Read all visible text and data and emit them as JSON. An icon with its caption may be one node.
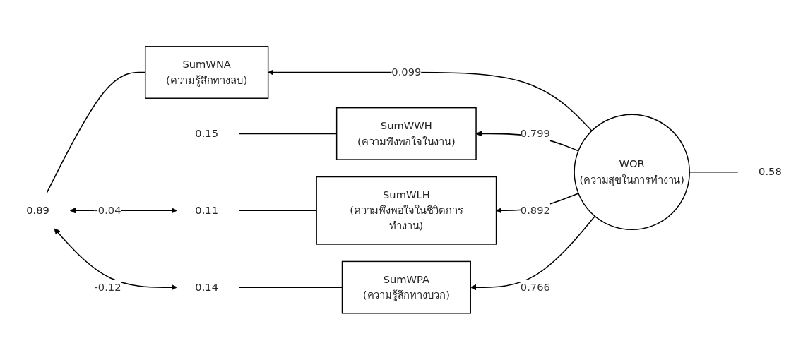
{
  "diagram": {
    "nodes": [
      {
        "text": [
          "0.11"
        ]
      },
      {
        "text": [
          "SumWLH",
          "(ความพึงพอใจในชีวิตการทำงาน)"
        ]
      },
      {
        "text": [
          "0.15"
        ]
      },
      {
        "text": [
          "SumWWH",
          "(ความพึงพอใจในงาน)"
        ]
      },
      {
        "text": [
          "0.14"
        ]
      },
      {
        "text": [
          "SumWPA",
          "(ความรู้สึกทางบวก)"
        ]
      },
      {
        "text": [
          "0.89"
        ]
      },
      {
        "text": [
          "SumWNA",
          "(ความรู้สึกทางลบ)"
        ]
      },
      {
        "text": [
          "WOR",
          "(ความสุขในการทำงาน)"
        ]
      },
      {
        "text": [
          "0.58"
        ]
      }
    ],
    "edges": [
      {
        "from": 8,
        "to": 1,
        "arrow": "to",
        "label": "0.892"
      },
      {
        "from": 8,
        "to": 3,
        "arrow": "to",
        "label": "0.799"
      },
      {
        "from": 8,
        "to": 5,
        "arrow": "to",
        "label": "0.766"
      },
      {
        "from": 8,
        "to": 7,
        "arrow": "to",
        "label": "0.099"
      },
      {
        "from": 1,
        "to": 0,
        "arrow": "none"
      },
      {
        "from": 3,
        "to": 2,
        "arrow": "none"
      },
      {
        "from": 5,
        "to": 4,
        "arrow": "none"
      },
      {
        "from": 7,
        "to": 6,
        "arrow": "none"
      },
      {
        "from": 9,
        "to": 8,
        "arrow": "none"
      },
      {
        "from": 0,
        "to": 6,
        "arrow": "both",
        "label": "-0.04"
      },
      {
        "from": 4,
        "to": 6,
        "arrow": "both",
        "label": "-0.12"
      }
    ]
  }
}
